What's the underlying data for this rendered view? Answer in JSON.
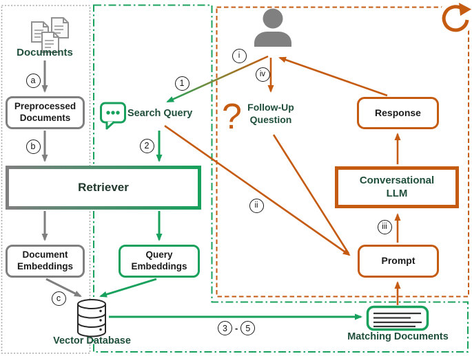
{
  "nodes": {
    "documents": "Documents",
    "preprocessed_documents": "Preprocessed Documents",
    "retriever": "Retriever",
    "document_embeddings": "Document Embeddings",
    "query_embeddings": "Query Embeddings",
    "vector_database": "Vector Database",
    "search_query": "Search Query",
    "follow_up_question": "Follow-Up Question",
    "response": "Response",
    "conversational_llm": "Conversational LLM",
    "prompt": "Prompt",
    "matching_documents": "Matching Documents"
  },
  "steps": {
    "a": "a",
    "b": "b",
    "c": "c",
    "step1": "1",
    "step2": "2",
    "step3": "3",
    "step5": "5",
    "range_dash": "-",
    "i": "i",
    "ii": "ii",
    "iii": "iii",
    "iv": "iv"
  },
  "icons": {
    "question_mark": "?"
  },
  "colors": {
    "orange": "#C55A11",
    "green": "#18A15C",
    "dark_green": "#1F4E3A",
    "gray": "#7F7F7F"
  }
}
